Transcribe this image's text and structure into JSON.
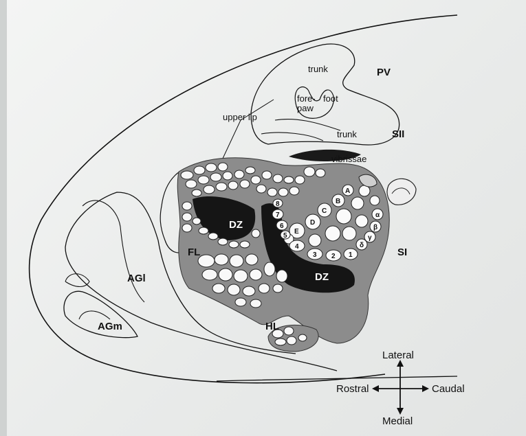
{
  "labels": {
    "pv": "PV",
    "sii": "SII",
    "si": "SI",
    "trunk_upper": "trunk",
    "trunk_lower": "trunk",
    "forepaw_1": "fore-",
    "forepaw_2": "paw",
    "foot": "foot",
    "upper_lip": "upper lip",
    "vibrissae": "vibrissae",
    "dz_upper": "DZ",
    "dz_lower": "DZ",
    "fl": "FL",
    "hl": "HL",
    "agl": "AGl",
    "agm": "AGm"
  },
  "barrel_rows": {
    "letters": [
      "A",
      "B",
      "C",
      "D",
      "E"
    ],
    "numbers": [
      "1",
      "2",
      "3",
      "4",
      "5",
      "6",
      "7",
      "8"
    ],
    "greek": [
      "α",
      "β",
      "γ",
      "δ"
    ]
  },
  "compass": {
    "lateral": "Lateral",
    "medial": "Medial",
    "rostral": "Rostral",
    "caudal": "Caudal"
  }
}
